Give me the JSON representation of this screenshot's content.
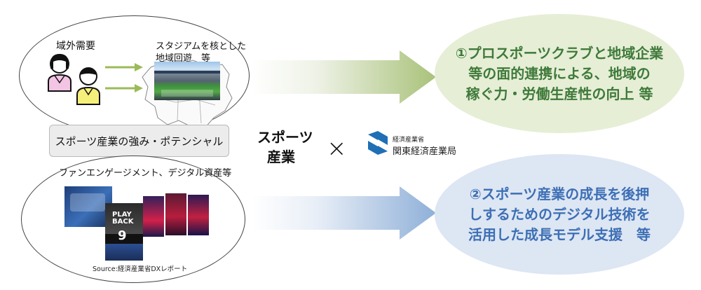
{
  "top_panel": {
    "demand_label": "域外需要",
    "stadium_label_line1": "スタジアムを核とした",
    "stadium_label_line2": "地域回遊　等"
  },
  "center_box_label": "スポーツ産業の強み・ポテンシャル",
  "bottom_panel": {
    "label": "ファンエンゲージメント、デジタル資産等",
    "source": "Source:経済産業省DXレポート",
    "playback_lines": [
      "PLAY",
      "BACK",
      "9"
    ]
  },
  "middle": {
    "sports_line1": "スポーツ",
    "sports_line2": "産業",
    "times_symbol": "×",
    "logo_line1": "経済産業省",
    "logo_line2": "関東経済産業局"
  },
  "results": [
    {
      "lines": [
        "①プロスポーツクラブと地域企業",
        "等の面的連携による、地域の",
        "稼ぐ力・労働生産性の向上 等"
      ],
      "color": "#3f7a3a"
    },
    {
      "lines": [
        "②スポーツ産業の成長を後押",
        "しするためのデジタル技術を",
        "活用した成長モデル支援　等"
      ],
      "color": "#3d6fb5"
    }
  ],
  "colors": {
    "green_arrow": "#9bbb59",
    "arrow_green_head": "#a9c27a",
    "arrow_blue_head": "#8fb0d8",
    "logo_blue": "#1f6fb5"
  }
}
